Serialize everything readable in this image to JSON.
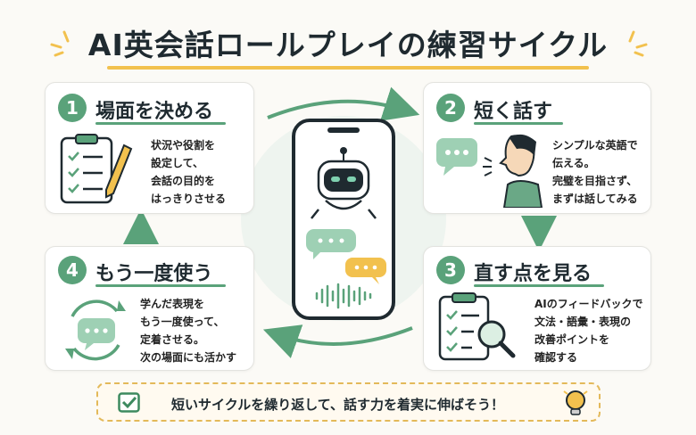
{
  "title": "AI英会話ロールプレイの練習サイクル",
  "colors": {
    "accent": "#5aa27a",
    "highlight": "#f2c14e",
    "text": "#1f2a30"
  },
  "steps": [
    {
      "num": "1",
      "title": "場面を決める",
      "desc": "状況や役割を\n設定して、\n会話の目的を\nはっきりさせる",
      "icon": "clipboard-checklist-pencil-icon"
    },
    {
      "num": "2",
      "title": "短く話す",
      "desc": "シンプルな英語で\n伝える。\n完璧を目指さず、\nまずは話してみる",
      "icon": "speaking-person-icon"
    },
    {
      "num": "3",
      "title": "直す点を見る",
      "desc": "AIのフィードバックで\n文法・語彙・表現の\n改善ポイントを\n確認する",
      "icon": "checklist-magnifier-icon"
    },
    {
      "num": "4",
      "title": "もう一度使う",
      "desc": "学んだ表現を\nもう一度使って、\n定着させる。\n次の場面にも活かす",
      "icon": "repeat-chat-icon"
    }
  ],
  "banner": {
    "text": "短いサイクルを繰り返して、話す力を着実に伸ばそう！"
  }
}
